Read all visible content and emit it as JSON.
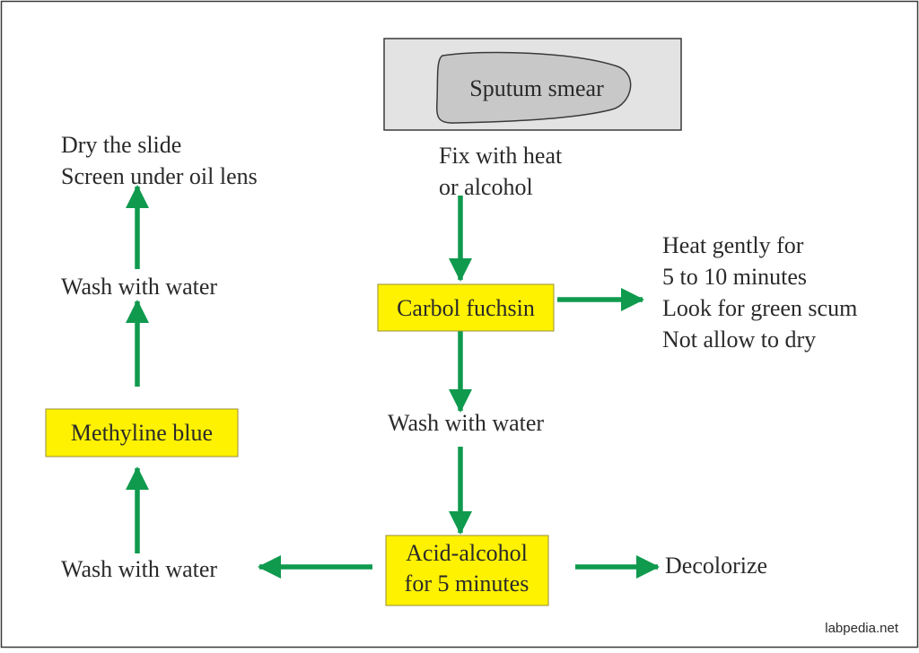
{
  "colors": {
    "arrow": "#0f9a4e",
    "box_fill": "#fff200",
    "box_border": "#9a8f3a",
    "slide_fill": "#e3e3e3",
    "smear_fill": "#c8c8c8",
    "text": "#2a2a2a",
    "frame": "#3a3a3a"
  },
  "diagram": {
    "slide": {
      "label": "Sputum smear"
    },
    "fix": {
      "lines": [
        "Fix with heat",
        "or alcohol"
      ]
    },
    "carbol": {
      "label": "Carbol fuchsin"
    },
    "heat_note": {
      "lines": [
        "Heat gently for",
        "5 to 10 minutes",
        "Look for green scum",
        "Not allow to dry"
      ]
    },
    "wash_center": {
      "label": "Wash with water"
    },
    "acid": {
      "lines": [
        "Acid-alcohol",
        "for 5 minutes"
      ]
    },
    "decolorize": {
      "label": "Decolorize"
    },
    "wash_bottom_left": {
      "label": "Wash with water"
    },
    "methylene": {
      "label": "Methyline blue"
    },
    "wash_top_left": {
      "label": "Wash with water"
    },
    "dry": {
      "lines": [
        "Dry the slide",
        "Screen under oil lens"
      ]
    },
    "credit": "labpedia.net"
  }
}
